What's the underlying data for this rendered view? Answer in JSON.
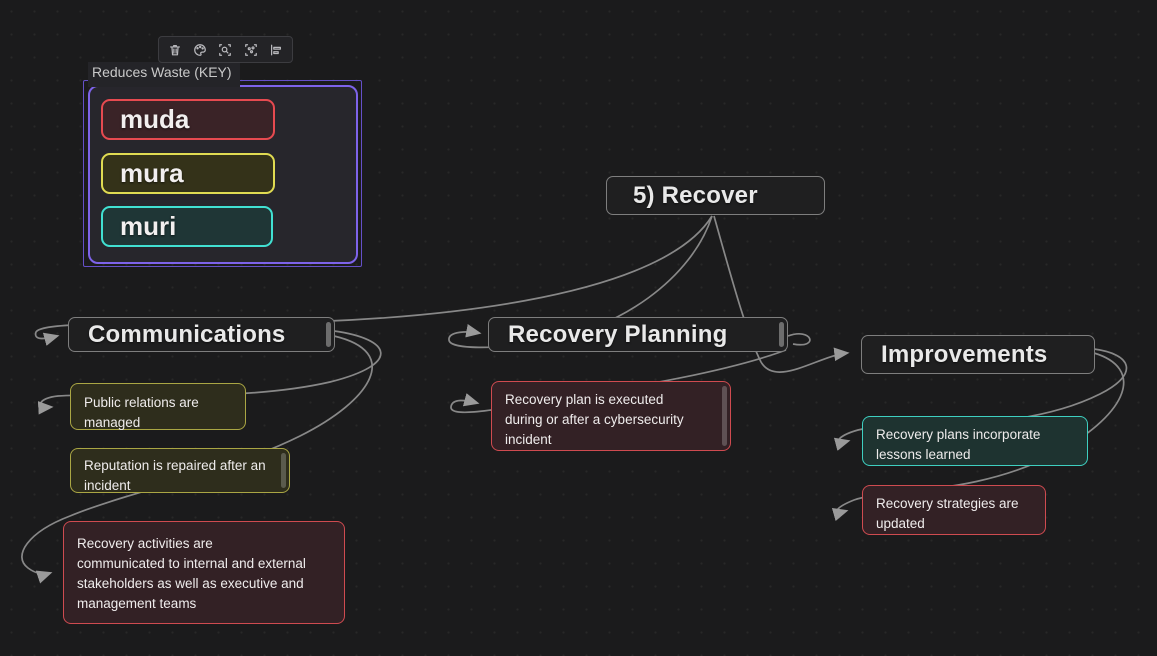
{
  "app": {
    "kind": "canvas-mindmap",
    "background": "#1b1b1c",
    "edge_color": "#9a9a9a"
  },
  "toolbar": {
    "icons": [
      "delete",
      "color-palette",
      "zoom-to-selection",
      "ungroup-nodes",
      "align-left"
    ]
  },
  "key_group": {
    "label": "Reduces Waste (KEY)",
    "border_color": "#7e63ea",
    "items": [
      {
        "label": "muda",
        "color": "#e64a50"
      },
      {
        "label": "mura",
        "color": "#e0db52"
      },
      {
        "label": "muri",
        "color": "#41e0d2"
      }
    ]
  },
  "nodes": {
    "recover": {
      "label": "5) Recover"
    },
    "communications": {
      "label": "Communications"
    },
    "recovery_planning": {
      "label": "Recovery Planning"
    },
    "improvements": {
      "label": "Improvements"
    },
    "public_relations": {
      "color": "#aaa644",
      "lines": [
        "Public relations are",
        "managed"
      ]
    },
    "reputation": {
      "color": "#aaa644",
      "lines": [
        "Reputation is repaired after an",
        "incident"
      ]
    },
    "recovery_activities": {
      "color": "#cf4b50",
      "lines": [
        "Recovery activities are",
        "communicated to internal and external",
        "stakeholders as well as executive and",
        "management teams"
      ]
    },
    "recovery_plan_executed": {
      "color": "#cf4b50",
      "lines": [
        "Recovery plan is executed",
        "during or after a cybersecurity",
        "incident"
      ]
    },
    "lessons_learned": {
      "color": "#3ecfc0",
      "lines": [
        "Recovery plans incorporate",
        "lessons learned"
      ]
    },
    "strategies_updated": {
      "color": "#cf4b50",
      "lines": [
        "Recovery strategies are",
        "updated"
      ]
    }
  }
}
